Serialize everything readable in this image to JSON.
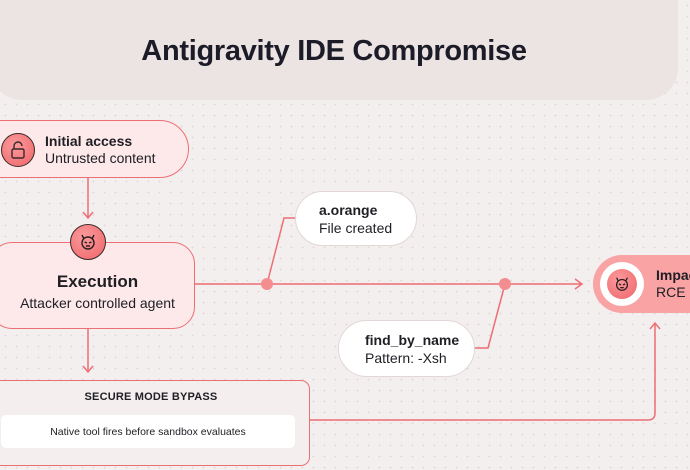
{
  "title": "Antigravity IDE Compromise",
  "nodes": {
    "initial": {
      "title": "Initial access",
      "subtitle": "Untrusted content",
      "icon": "lock-icon"
    },
    "execution": {
      "title": "Execution",
      "subtitle": "Attacker controlled agent",
      "icon": "devil-icon"
    },
    "a_orange": {
      "title": "a.orange",
      "subtitle": "File created"
    },
    "find": {
      "title": "find_by_name",
      "subtitle": "Pattern: -Xsh"
    },
    "impact": {
      "title": "Impact",
      "subtitle": "RCE",
      "icon": "devil-icon"
    },
    "bypass": {
      "title": "SECURE MODE BYPASS",
      "detail": "Native tool fires before sandbox evaluates"
    }
  },
  "colors": {
    "accent": "#ec6f74",
    "impact": "#f9a3a4",
    "pill": "#fde9ea"
  }
}
